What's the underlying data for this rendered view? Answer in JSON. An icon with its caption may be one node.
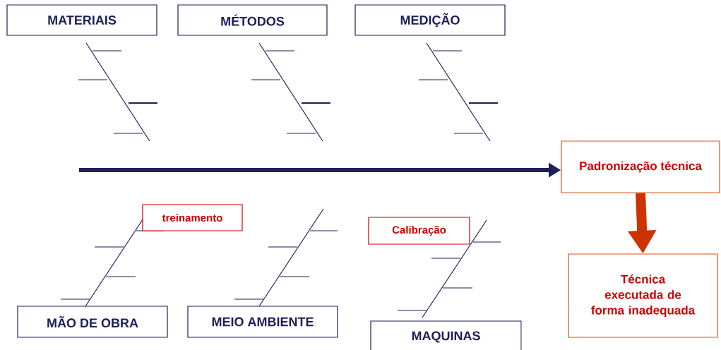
{
  "diagram": {
    "nodes": [
      {
        "text": [
          "MATERIAIS"
        ]
      },
      {
        "text": [
          "MÉTODOS"
        ]
      },
      {
        "text": [
          "MEDIÇÃO"
        ]
      },
      {
        "text": [
          "Padronização técnica"
        ]
      },
      {
        "text": [
          "treinamento"
        ]
      },
      {
        "text": [
          "Calibração"
        ]
      },
      {
        "text": [
          "MÃO DE OBRA"
        ]
      },
      {
        "text": [
          "MEIO AMBIENTE"
        ]
      },
      {
        "text": [
          "MAQUINAS"
        ]
      },
      {
        "text": [
          "Técnica executada de forma inadequada"
        ]
      }
    ],
    "edges": [
      {
        "from": null,
        "to": 3,
        "arrow": "to"
      },
      {
        "from": 3,
        "to": 9,
        "arrow": "to",
        "style": "thick",
        "color": "#cc3300"
      }
    ]
  }
}
